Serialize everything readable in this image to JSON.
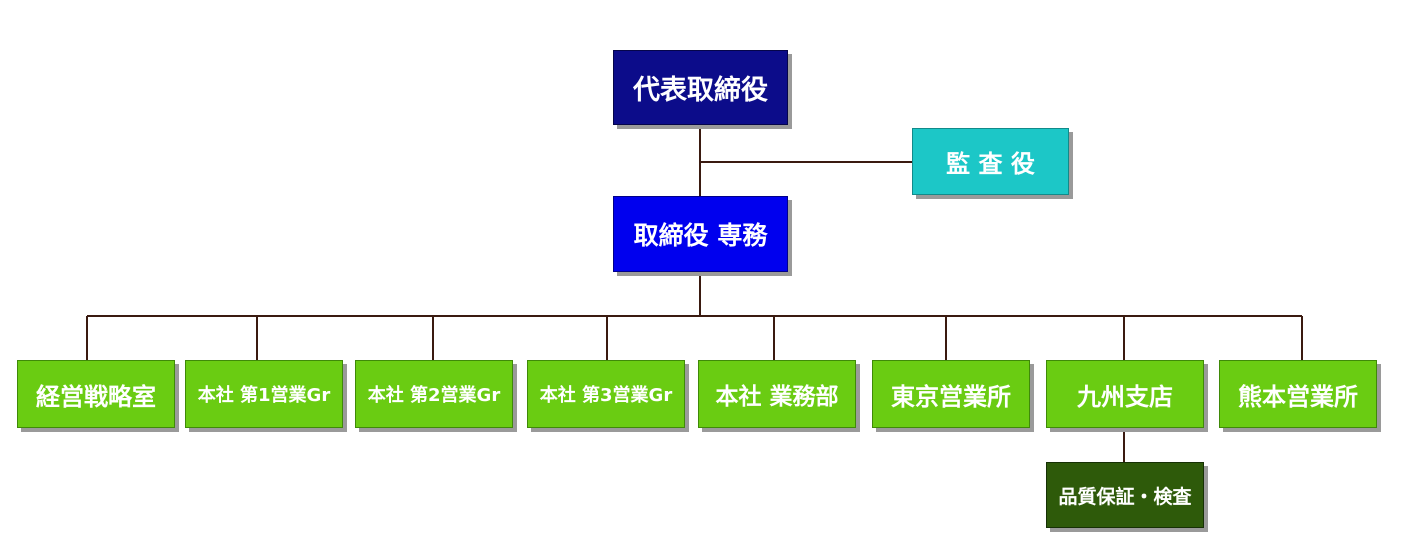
{
  "org_chart": {
    "ceo": "代表取締役",
    "auditor": "監 査 役",
    "managing_director": "取締役 専務",
    "departments": [
      "経営戦略室",
      "本社 第1営業Gr",
      "本社 第2営業Gr",
      "本社 第3営業Gr",
      "本社 業務部",
      "東京営業所",
      "九州支店",
      "熊本営業所"
    ],
    "sub_unit": "品質保証・検査"
  },
  "colors": {
    "ceo": "#0c0c8a",
    "auditor": "#1cc7c7",
    "managing_director": "#0000ee",
    "departments": "#6acc12",
    "sub_unit": "#2e5a0a",
    "connector": "#3a1a10"
  }
}
